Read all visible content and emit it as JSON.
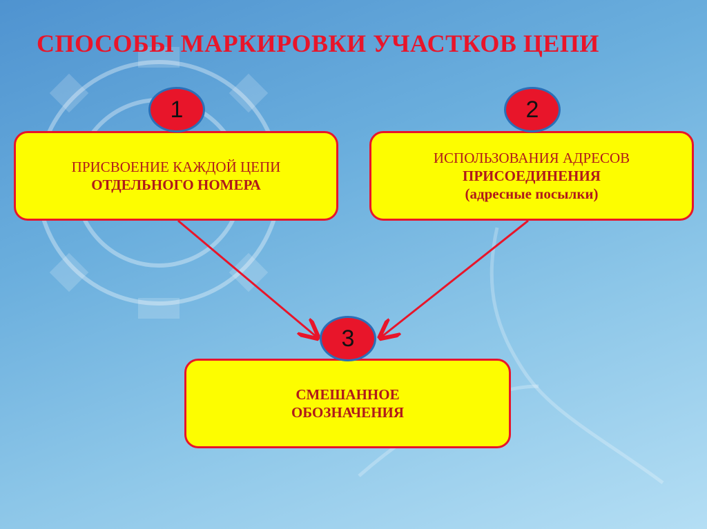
{
  "title": "СПОСОБЫ МАРКИРОВКИ УЧАСТКОВ ЦЕПИ",
  "nodes": [
    {
      "number": "1",
      "line1": "ПРИСВОЕНИЕ КАЖДОЙ ЦЕПИ",
      "line2": "ОТДЕЛЬНОГО НОМЕРА"
    },
    {
      "number": "2",
      "line1": "ИСПОЛЬЗОВАНИЯ АДРЕСОВ",
      "line2": "ПРИСОЕДИНЕНИЯ",
      "line3": "(адресные посылки)"
    },
    {
      "number": "3",
      "line1": "СМЕШАННОЕ",
      "line2": "ОБОЗНАЧЕНИЯ"
    }
  ],
  "colors": {
    "accent": "#e8152a",
    "box_fill": "#fdfd00",
    "circle_border": "#2b6fb7",
    "background": "#6aaedd"
  }
}
